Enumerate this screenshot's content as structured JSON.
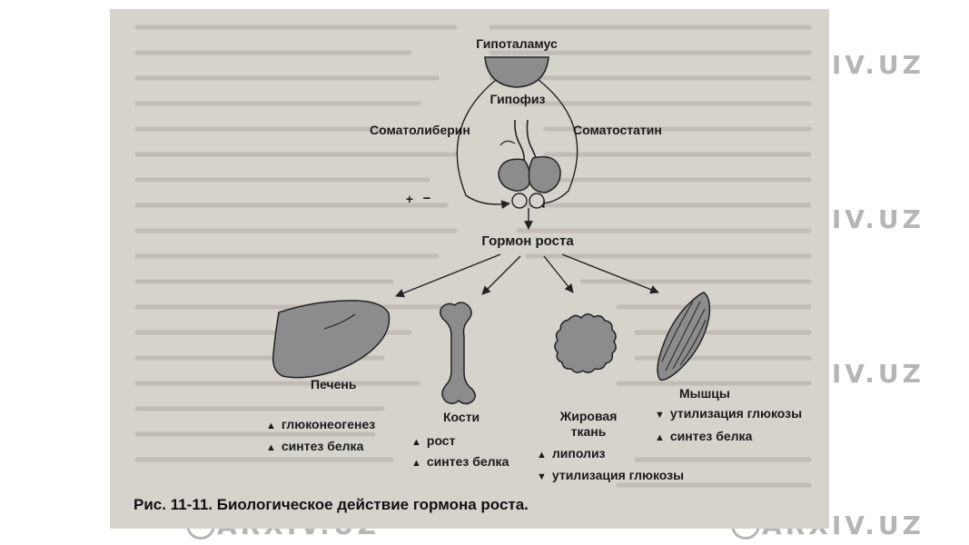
{
  "diagram": {
    "labels": {
      "hypothalamus": "Гипоталамус",
      "pituitary": "Гипофиз",
      "somatoliberin": "Соматолиберин",
      "somatostatin": "Соматостатин",
      "growth_hormone": "Гормон роста",
      "liver": "Печень",
      "bones": "Кости",
      "fat_line1": "Жировая",
      "fat_line2": "ткань",
      "muscles": "Мышцы"
    },
    "effects": {
      "liver": [
        "глюконеогенез",
        "синтез белка"
      ],
      "bones": [
        "рост",
        "синтез белка"
      ],
      "fat": [
        "липолиз",
        "утилизация глюкозы"
      ],
      "muscles": [
        "утилизация глюкозы",
        "синтез белка"
      ]
    },
    "signs": {
      "plus": "+",
      "minus": "−"
    },
    "caption": "Рис. 11-11. Биологическое действие гормона роста."
  },
  "watermark": {
    "text": "ARXIV.UZ"
  },
  "colors": {
    "organ_fill": "#8c8c8c",
    "outline": "#222222",
    "background": "#d6d2cc"
  }
}
